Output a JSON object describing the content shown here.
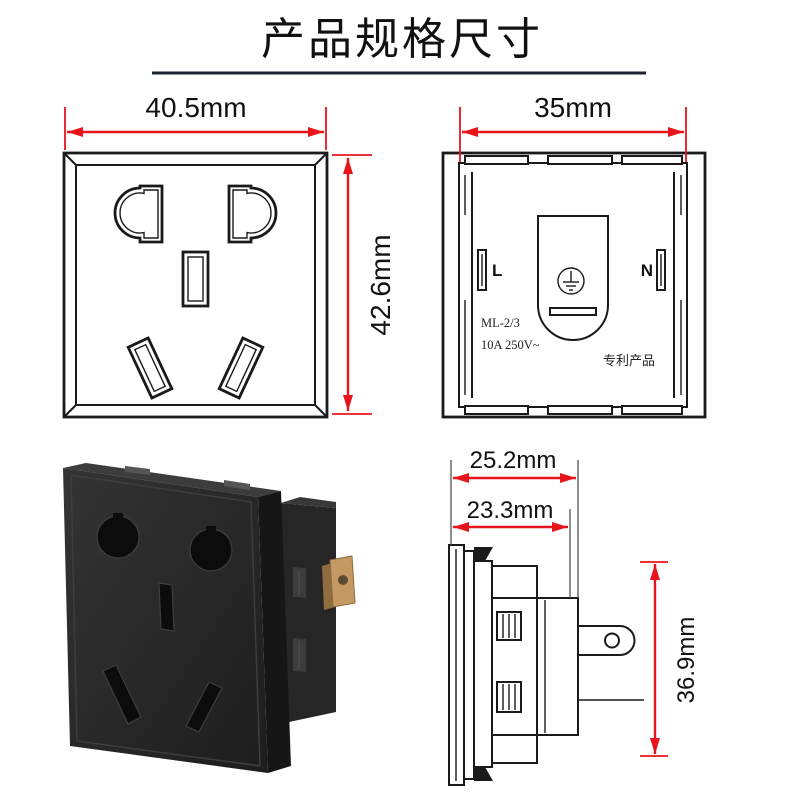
{
  "title": "产品规格尺寸",
  "front_view": {
    "width_label": "40.5mm",
    "height_label": "42.6mm"
  },
  "back_view": {
    "width_label": "35mm",
    "live_terminal_label": "L",
    "neutral_terminal_label": "N",
    "model": "ML-2/3",
    "rating": "10A 250V~",
    "patent_note": "专利产品"
  },
  "side_view": {
    "overall_depth_label": "25.2mm",
    "body_depth_label": "23.3mm",
    "height_label": "36.9mm"
  },
  "icons": {
    "ground_symbol": "earth-ground-icon"
  },
  "colors": {
    "dimension": "#e8141b",
    "line": "#1a1a1a",
    "socket_body": "#262626",
    "terminal_brass": "#c49a62"
  }
}
